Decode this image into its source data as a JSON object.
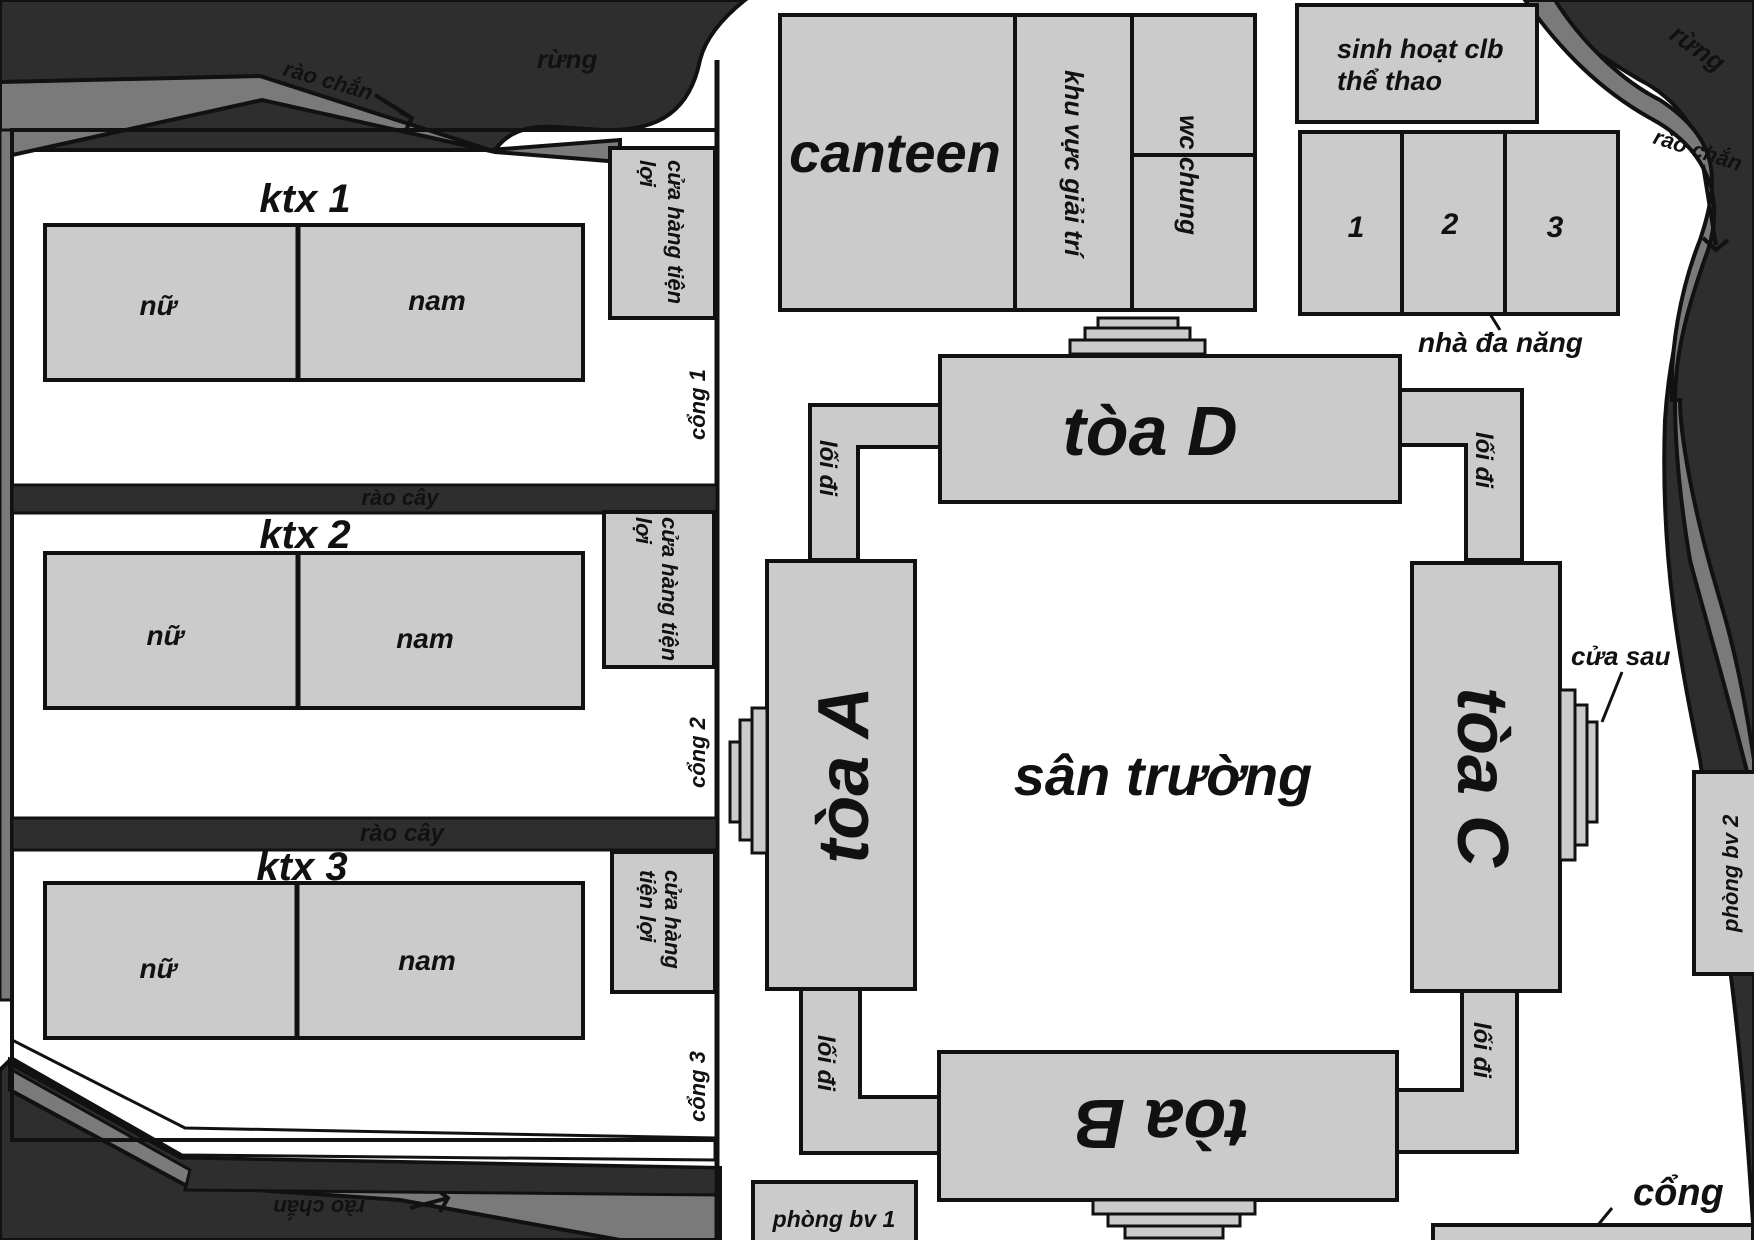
{
  "colors": {
    "forest": "#2e2e2e",
    "fence": "#7a7a7a",
    "hedge": "#2e2e2e",
    "building": "#cbcbcb",
    "ground": "#ffffff",
    "outline": "#111111"
  },
  "labels": {
    "forest_left": "rừng",
    "forest_right": "rừng",
    "fence_top": "rào chắn",
    "fence_right": "rào chắn",
    "fence_bottom": "rào chắn",
    "ktx1": "ktx 1",
    "ktx2": "ktx 2",
    "ktx3": "ktx 3",
    "female": "nữ",
    "male": "nam",
    "shop1": "cửa hàng tiện lợi",
    "shop1_l1": "cửa hàng tiện",
    "shop1_l2": "lợi",
    "shop3_l1": "cửa hàng",
    "shop3_l2": "tiện lợi",
    "hedge": "rào cây",
    "gate1": "cổng 1",
    "gate2": "cổng 2",
    "gate3": "cổng 3",
    "canteen": "canteen",
    "entertainment": "khu vực giải trí",
    "wc": "wc chung",
    "club_l1": "sinh hoạt clb",
    "club_l2": "thể thao",
    "hall_1": "1",
    "hall_2": "2",
    "hall_3": "3",
    "multi_hall": "nhà đa năng",
    "building_d": "tòa D",
    "building_a": "tòa A",
    "building_b": "tòa B",
    "building_c": "tòa C",
    "walkway": "lối đi",
    "schoolyard": "sân trường",
    "back_door": "cửa sau",
    "guard1": "phòng bv 1",
    "guard2": "phòng bv 2",
    "main_gate": "cổng"
  }
}
